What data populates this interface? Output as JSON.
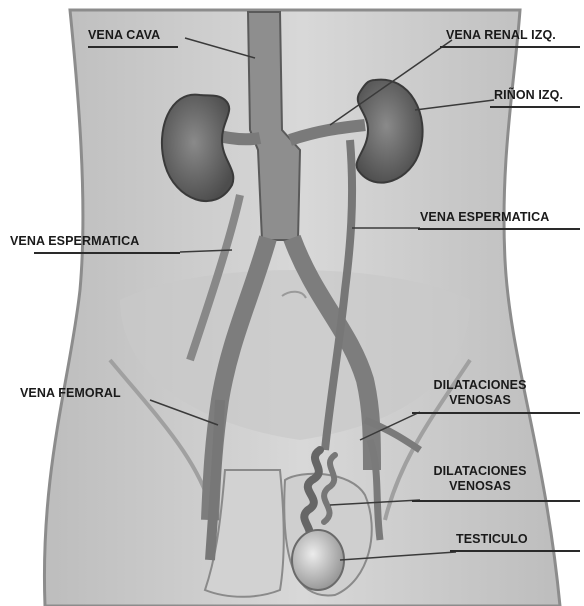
{
  "labels": {
    "vena_cava": "VENA CAVA",
    "vena_renal_izq": "VENA RENAL IZQ.",
    "rinon_izq": "RIÑON IZQ.",
    "vena_espermatica_left": "VENA ESPERMATICA",
    "vena_espermatica_right": "VENA ESPERMATICA",
    "vena_femoral": "VENA FEMORAL",
    "dilataciones_venosas_1_line1": "DILATACIONES",
    "dilataciones_venosas_1_line2": "VENOSAS",
    "dilataciones_venosas_2_line1": "DILATACIONES",
    "dilataciones_venosas_2_line2": "VENOSAS",
    "testiculo": "TESTICULO"
  }
}
